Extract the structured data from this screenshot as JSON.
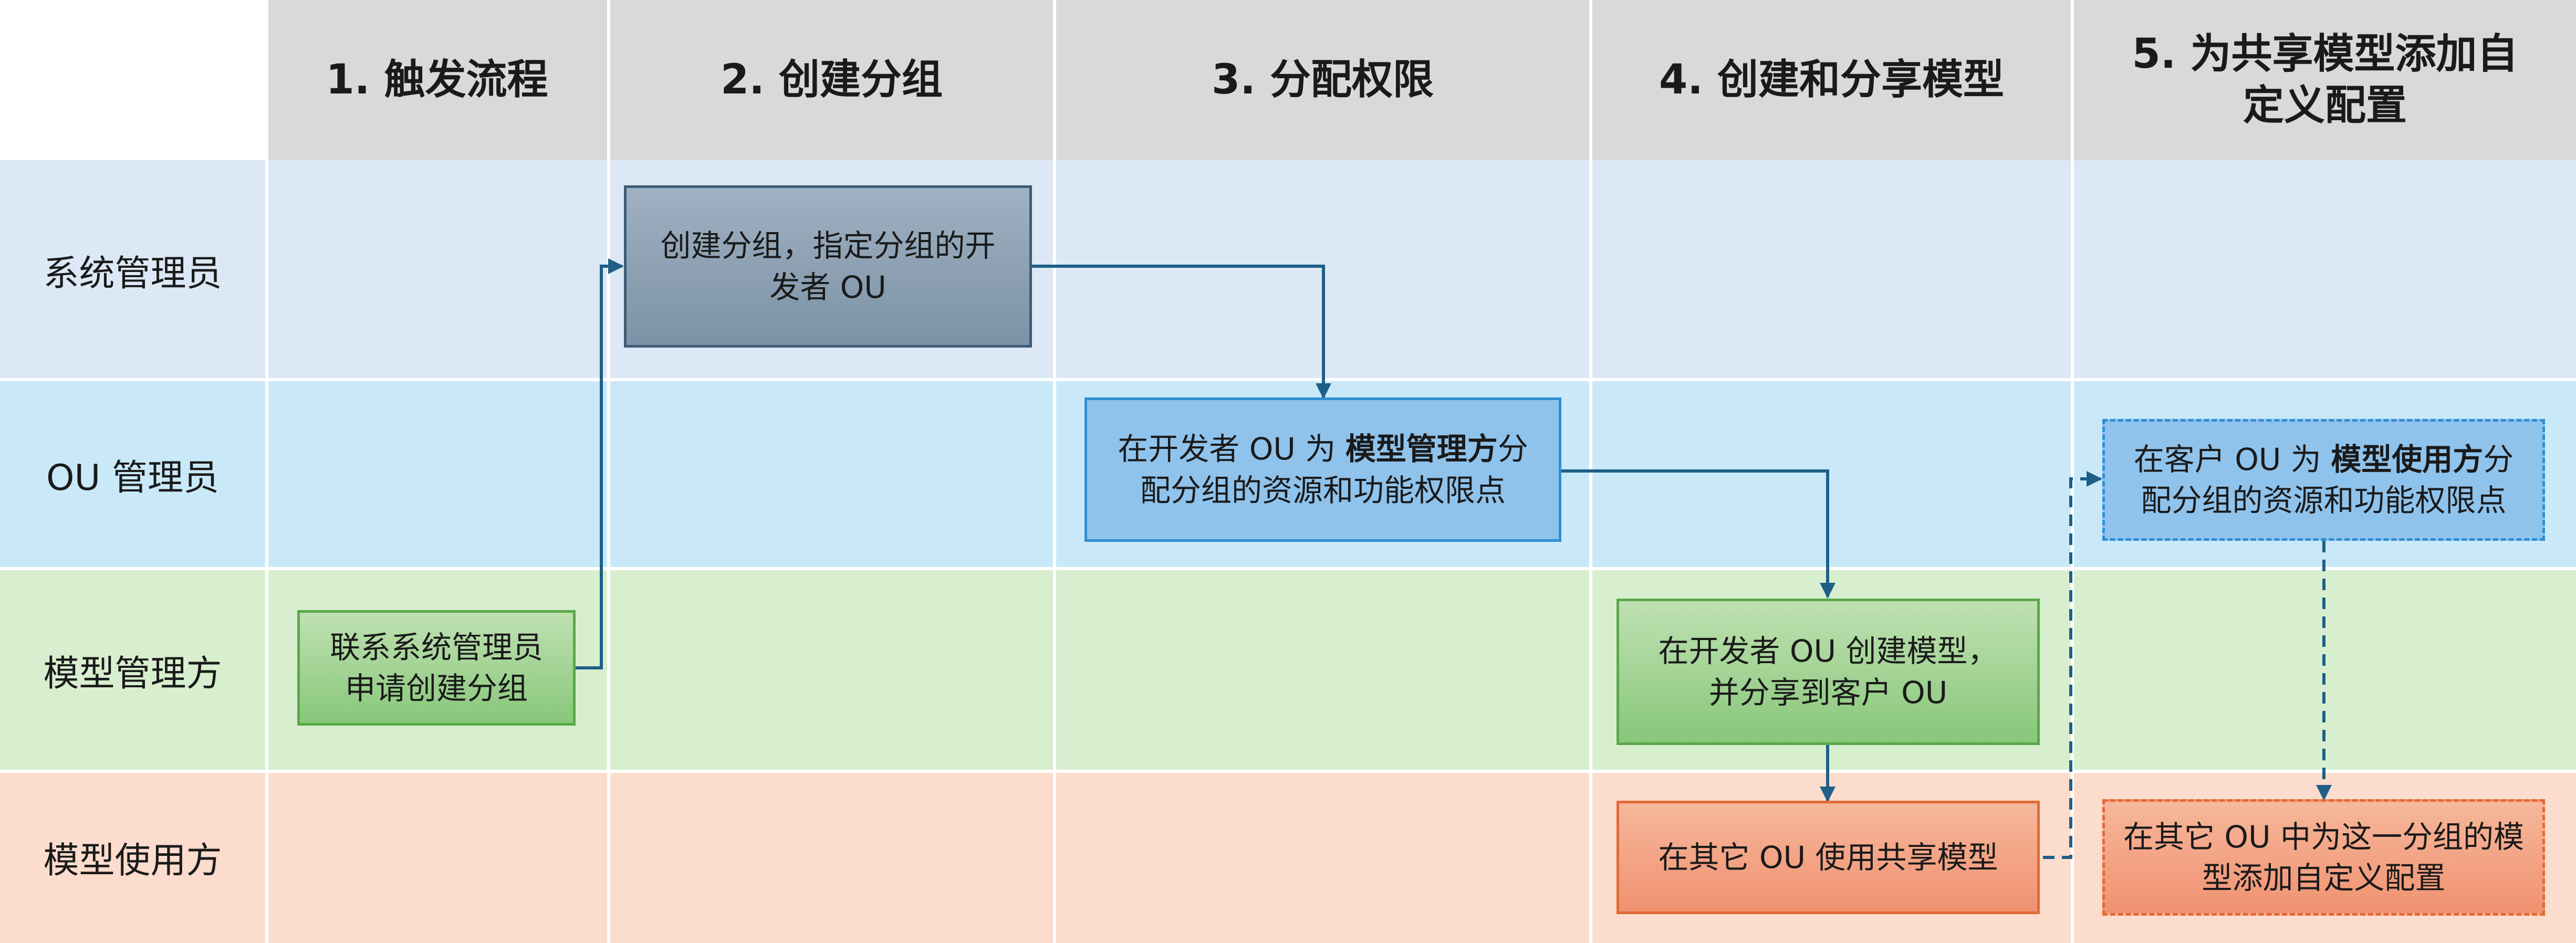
{
  "columns": [
    {
      "label": "1. 触发流程"
    },
    {
      "label": "2. 创建分组"
    },
    {
      "label": "3. 分配权限"
    },
    {
      "label": "4. 创建和分享模型"
    },
    {
      "label": "5. 为共享模型添加自定义配置"
    }
  ],
  "rows": [
    {
      "label": "系统管理员",
      "color": "#dce8f5"
    },
    {
      "label": "OU 管理员",
      "color": "#c9e9f9"
    },
    {
      "label": "模型管理方",
      "color": "#d8efcf"
    },
    {
      "label": "模型使用方",
      "color": "#fbdccd"
    }
  ],
  "boxes": {
    "contact_admin": "联系系统管理员申请创建分组",
    "create_group": "创建分组，指定分组的开发者 OU",
    "assign_dev_prefix": "在开发者 OU 为",
    "assign_dev_bold": "模型管理方",
    "assign_dev_suffix": "分配分组的资源和功能权限点",
    "create_model": "在开发者 OU 创建模型，并分享到客户 OU",
    "use_model": "在其它 OU 使用共享模型",
    "assign_client_prefix": "在客户 OU 为",
    "assign_client_bold": "模型使用方",
    "assign_client_suffix": "分配分组的资源和功能权限点",
    "custom_config": "在其它 OU 中为这一分组的模型添加自定义配置"
  },
  "colors": {
    "header": "#d9d9d9",
    "connector": "#1f5f86"
  }
}
